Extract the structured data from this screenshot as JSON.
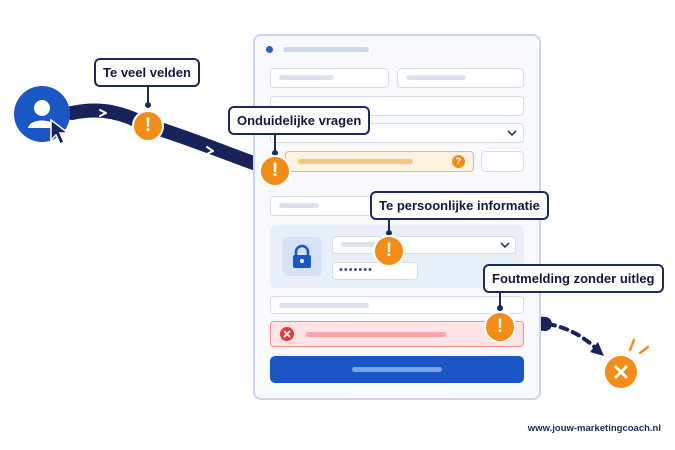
{
  "callouts": [
    "Te veel velden",
    "Onduidelijke vragen",
    "Te persoonlijke informatie",
    "Foutmelding zonder uitleg"
  ],
  "form": {
    "password_mask": "•••••••",
    "help_glyph": "?"
  },
  "footer": {
    "url": "www.jouw-marketingcoach.nl"
  },
  "colors": {
    "journey_path": "#17235a",
    "warning": "#f28c18",
    "error": "#e53935",
    "brand_blue": "#1a56c4",
    "fail_marker": "#f28c18"
  },
  "icons": [
    "user-avatar-icon",
    "mouse-cursor-icon",
    "warning-icon",
    "help-icon",
    "lock-icon",
    "error-icon",
    "fail-x-icon"
  ]
}
